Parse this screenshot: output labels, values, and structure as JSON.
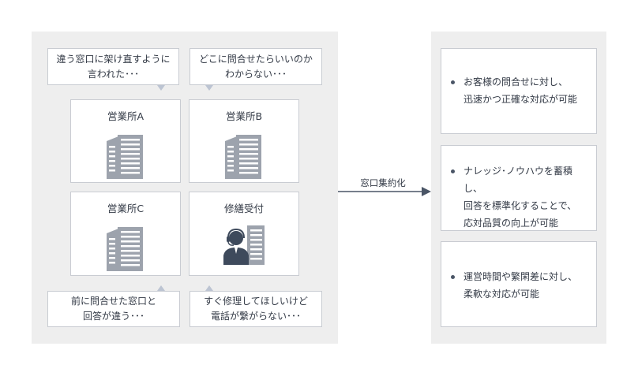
{
  "complaints_top": [
    {
      "text": "違う窓口に架け直すように\n言われた･･･"
    },
    {
      "text": "どこに問合せたらいいのか\nわからない･･･"
    }
  ],
  "offices": [
    {
      "label": "営業所A",
      "icon": "building-icon"
    },
    {
      "label": "営業所B",
      "icon": "building-icon"
    },
    {
      "label": "営業所C",
      "icon": "building-icon"
    },
    {
      "label": "修繕受付",
      "icon": "operator-icon"
    }
  ],
  "complaints_bottom": [
    {
      "text": "前に問合せた窓口と\n回答が違う･･･"
    },
    {
      "text": "すぐ修理してほしいけど\n電話が繋がらない･･･"
    }
  ],
  "arrow": {
    "label": "窓口集約化"
  },
  "benefits": [
    {
      "text": "お客様の問合せに対し、\n迅速かつ正確な対応が可能"
    },
    {
      "text": "ナレッジ･ノウハウを蓄積し、\n回答を標準化することで、\n応対品質の向上が可能"
    },
    {
      "text": "運営時間や繁閑差に対し、\n柔軟な対応が可能"
    }
  ],
  "colors": {
    "panel": "#eeeeee",
    "icon": "#9da3ad",
    "arrow": "#4a5566",
    "pointer": "#bcc4d2",
    "border": "#c9ccd2"
  }
}
